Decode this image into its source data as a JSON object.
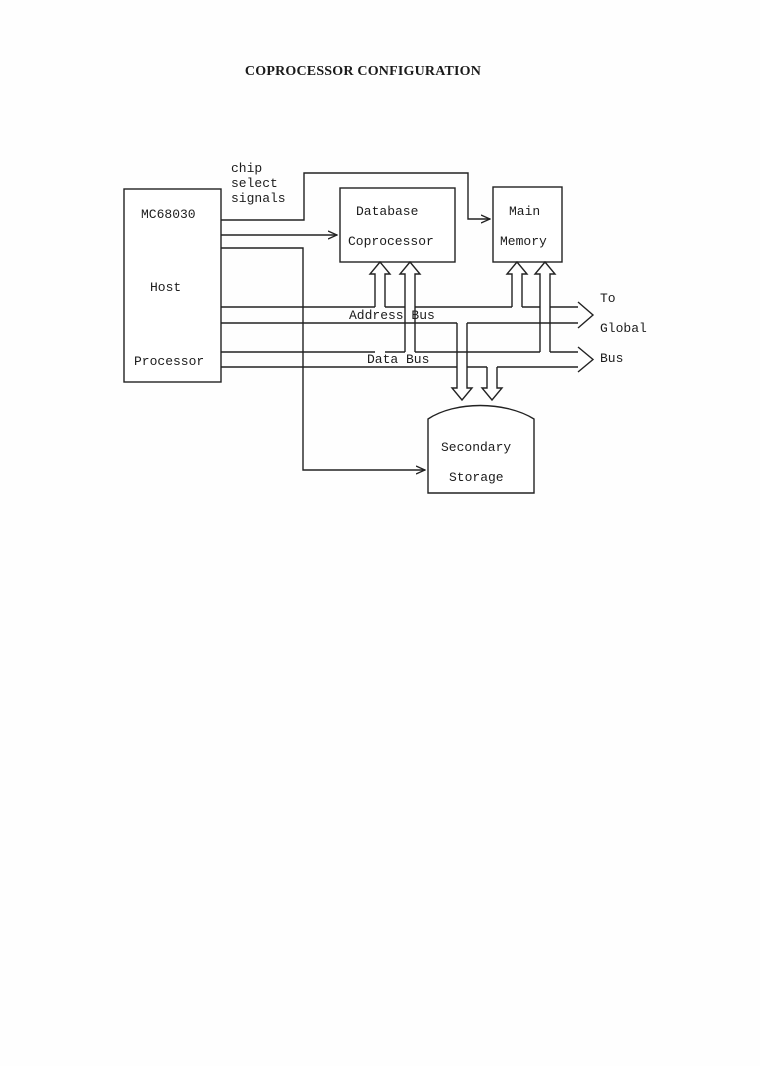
{
  "title": "COPROCESSOR CONFIGURATION",
  "host": {
    "model": "MC68030",
    "line1": "Host",
    "line2": "Processor"
  },
  "chip_select": {
    "line1": "chip",
    "line2": "select",
    "line3": "signals"
  },
  "coprocessor": {
    "line1": "Database",
    "line2": "Coprocessor"
  },
  "memory": {
    "line1": "Main",
    "line2": "Memory"
  },
  "address_bus": "Address Bus",
  "data_bus": "Data Bus",
  "global": {
    "line1": "To",
    "line2": "Global",
    "line3": "Bus"
  },
  "storage": {
    "line1": "Secondary",
    "line2": "Storage"
  }
}
